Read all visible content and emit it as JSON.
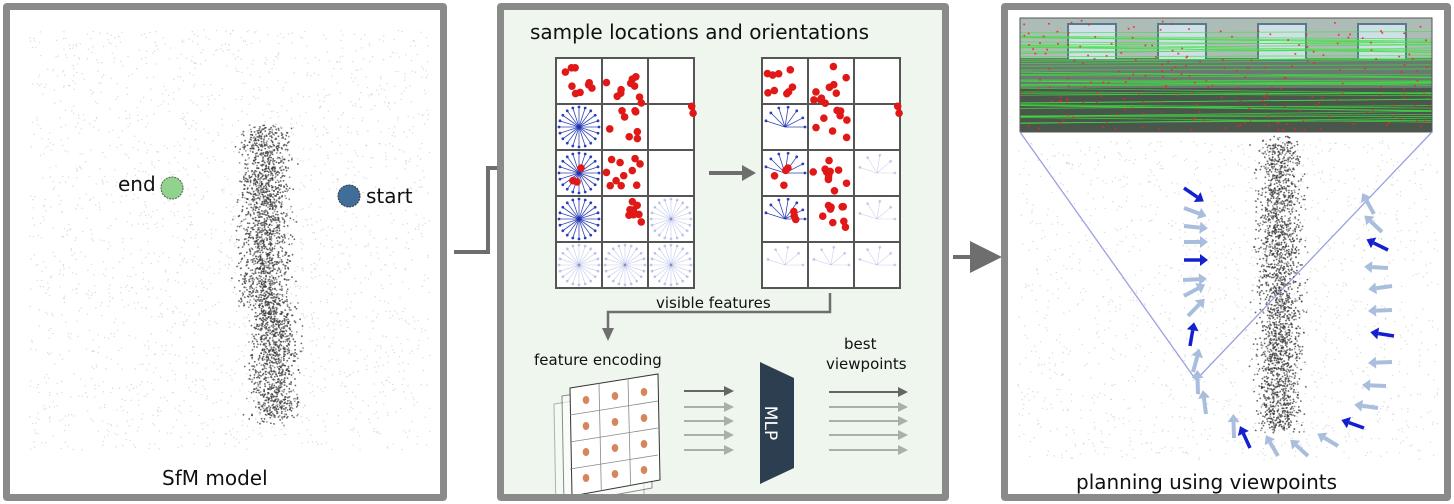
{
  "left_panel": {
    "caption": "SfM model",
    "end_label": "end",
    "start_label": "start",
    "end_color": "#8fd48a",
    "start_color": "#3f6e9a"
  },
  "middle_panel": {
    "title": "sample locations and orientations",
    "visible_features_label": "visible features",
    "feature_encoding_label": "feature encoding",
    "mlp_label": "MLP",
    "best_viewpoints_label_1": "best",
    "best_viewpoints_label_2": "viewpoints",
    "feature_color": "#e01818",
    "orientation_color": "#1a2fb0",
    "mlp_color": "#2d3e50"
  },
  "right_panel": {
    "caption": "planning using viewpoints",
    "arrow_dark_color": "#1420d0",
    "arrow_light_color": "#a8bedc"
  },
  "connector_color": "#6e6e6e"
}
